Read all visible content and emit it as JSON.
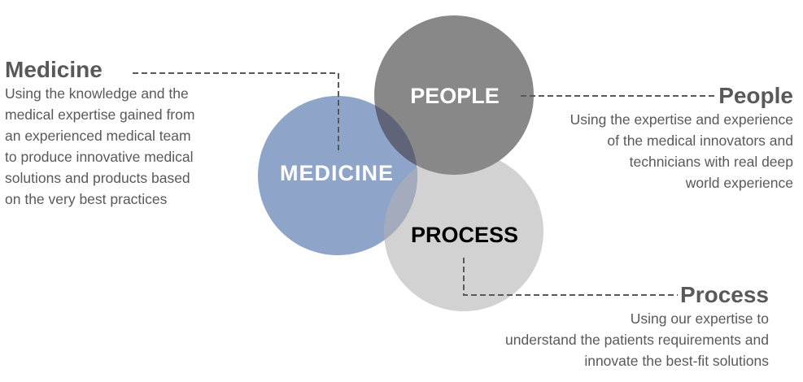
{
  "colors": {
    "medicine": "#8ea4c8",
    "people": "#888888",
    "process": "#d2d2d2",
    "medicine_people_overlap": "#5f6478",
    "medicine_process_overlap": "#a3abbd",
    "connector": "#595959",
    "text": "#595959"
  },
  "circles": {
    "people": {
      "label": "PEOPLE"
    },
    "medicine": {
      "label": "MEDICINE"
    },
    "process": {
      "label": "PROCESS"
    }
  },
  "descriptions": {
    "medicine": {
      "heading": "Medicine",
      "lines": [
        "Using the knowledge and the",
        "medical expertise gained from",
        "an experienced medical team",
        "to produce innovative medical",
        "solutions and products based",
        "on the very best practices"
      ]
    },
    "people": {
      "heading": "People",
      "lines": [
        "Using the expertise and experience",
        "of the medical innovators and",
        "technicians with real deep",
        "world experience"
      ]
    },
    "process": {
      "heading": "Process",
      "lines": [
        "Using our expertise to",
        "understand the patients requirements and",
        "innovate the best-fit solutions"
      ]
    }
  }
}
